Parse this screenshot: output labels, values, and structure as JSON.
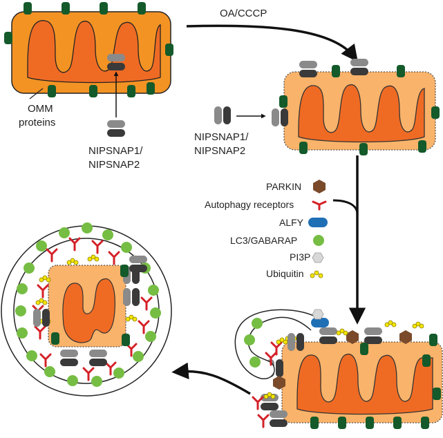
{
  "labels": {
    "treatment": "OA/CCCP",
    "omm_line1": "OMM",
    "omm_line2": "proteins",
    "nipsnap_a_line1": "NIPSNAP1/",
    "nipsnap_a_line2": "NIPSNAP2",
    "nipsnap_b_line1": "NIPSNAP1/",
    "nipsnap_b_line2": "NIPSNAP2"
  },
  "legend": [
    {
      "label": "PARKIN",
      "icon": "parkin-hexagon-icon",
      "color": "#7a4a2a"
    },
    {
      "label": "Autophagy receptors",
      "icon": "autophagy-receptor-icon",
      "color": "#d42027"
    },
    {
      "label": "ALFY",
      "icon": "alfy-pill-icon",
      "color": "#1f6fb5"
    },
    {
      "label": "LC3/GABARAP",
      "icon": "lc3-circle-icon",
      "color": "#76bd43"
    },
    {
      "label": "PI3P",
      "icon": "pi3p-icon",
      "color": "#d8d8d8"
    },
    {
      "label": "Ubiquitin",
      "icon": "ubiquitin-chain-icon",
      "color": "#f3e600"
    }
  ],
  "colors": {
    "omm_outer_healthy": "#f39324",
    "omm_outer_damaged": "#f9b36a",
    "matrix": "#ef6b24",
    "omm_protein": "#145a2a",
    "nipsnap_light": "#8a8a8a",
    "nipsnap_dark": "#3a3a3a"
  }
}
